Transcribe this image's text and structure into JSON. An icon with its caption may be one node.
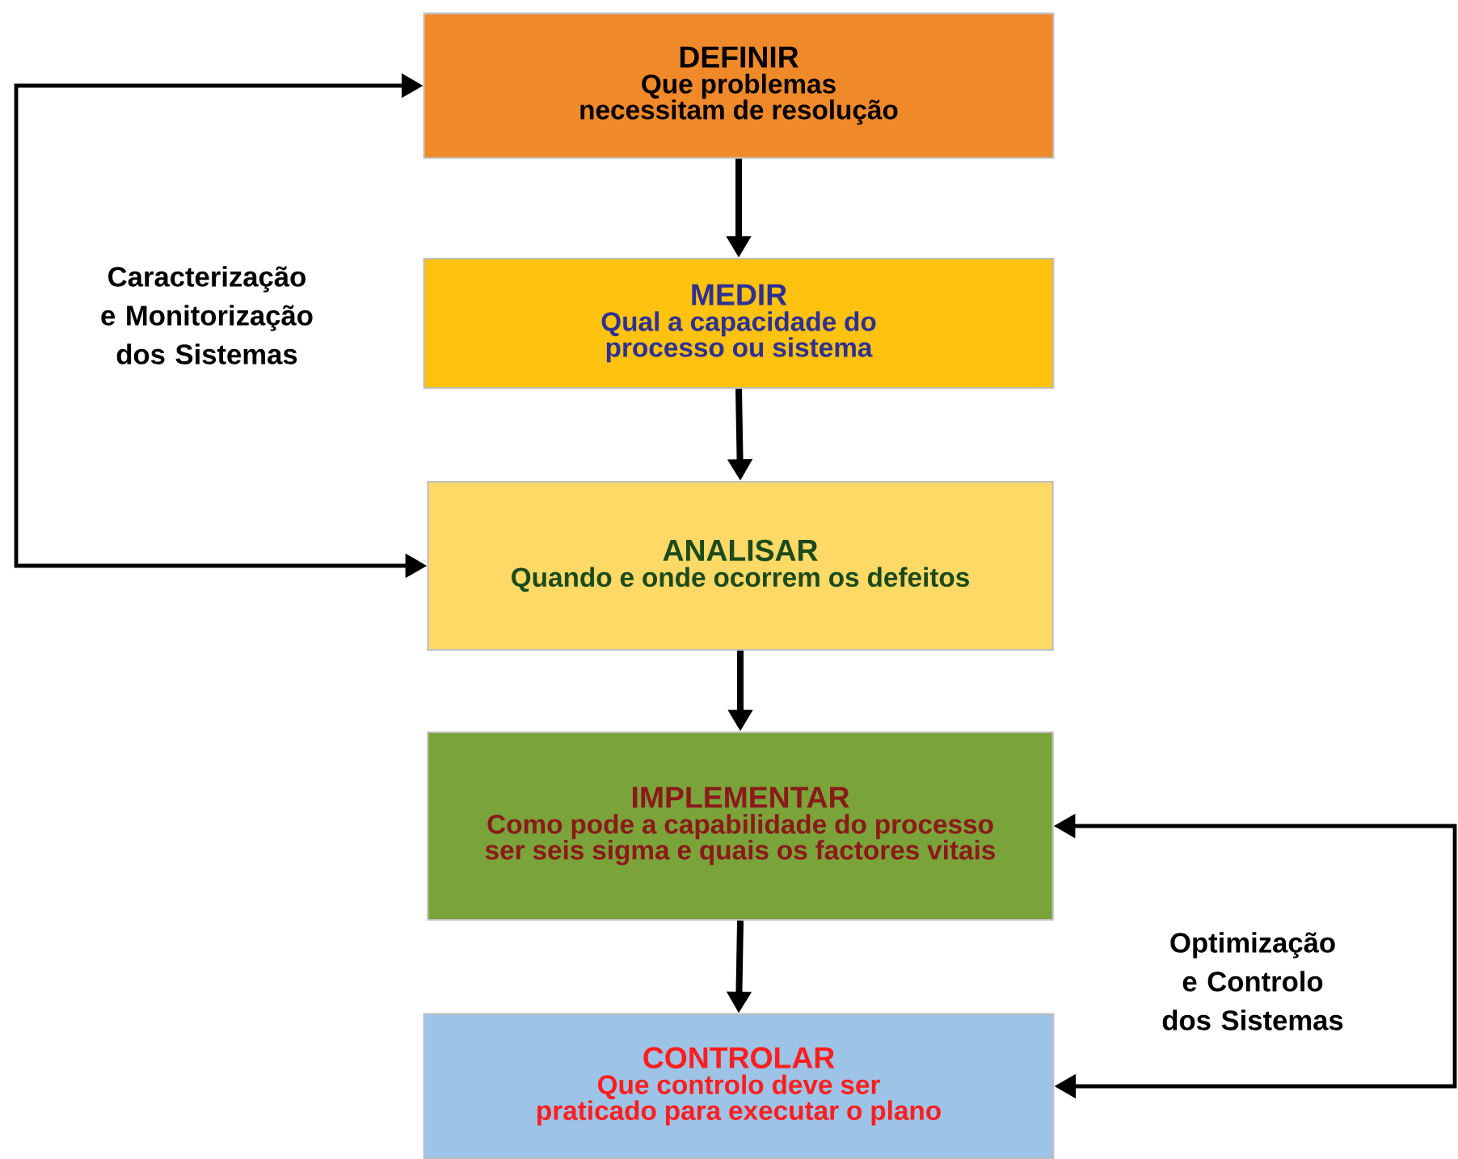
{
  "diagram": {
    "nodes": [
      {
        "text": [
          "DEFINIR",
          "Que problemas necessitam de resolução"
        ]
      },
      {
        "text": [
          "MEDIR",
          "Qual a capacidade do processo ou sistema"
        ]
      },
      {
        "text": [
          "ANALISAR",
          "Quando e onde ocorrem os defeitos"
        ]
      },
      {
        "text": [
          "IMPLEMENTAR",
          "Como pode a capabilidade do processo ser seis sigma e quais os factores vitais"
        ]
      },
      {
        "text": [
          "CONTROLAR",
          "Que controlo deve ser praticado para executar o plano"
        ]
      }
    ],
    "edges": [
      {
        "from": 0,
        "to": 1,
        "arrow": "to"
      },
      {
        "from": 1,
        "to": 2,
        "arrow": "to"
      },
      {
        "from": 2,
        "to": 3,
        "arrow": "to"
      },
      {
        "from": 3,
        "to": 4,
        "arrow": "to"
      },
      {
        "from": 2,
        "to": 0,
        "arrow": "both",
        "label": "Caracterização e Monitorização dos Sistemas"
      },
      {
        "from": 4,
        "to": 3,
        "arrow": "both",
        "label": "Optimização e Controlo dos Sistemas"
      }
    ]
  }
}
